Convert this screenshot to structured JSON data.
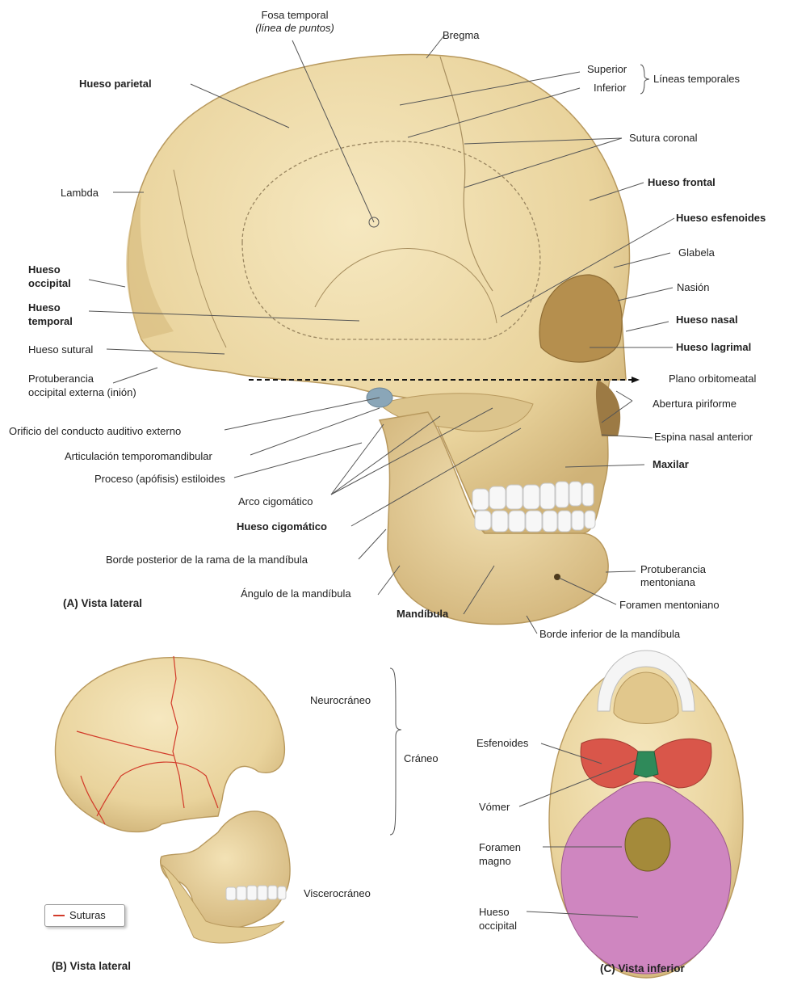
{
  "panel_a": {
    "caption": "(A) Vista lateral",
    "labels": {
      "fosa_temporal": "Fosa temporal",
      "fosa_temporal_sub": "(línea de puntos)",
      "bregma": "Bregma",
      "superior": "Superior",
      "inferior": "Inferior",
      "lineas_temporales": "Líneas temporales",
      "hueso_parietal": "Hueso parietal",
      "sutura_coronal": "Sutura coronal",
      "lambda": "Lambda",
      "hueso_frontal": "Hueso frontal",
      "hueso_esfenoides": "Hueso esfenoides",
      "glabela": "Glabela",
      "hueso_occipital_1": "Hueso",
      "hueso_occipital_2": "occipital",
      "nasion": "Nasión",
      "hueso_temporal_1": "Hueso",
      "hueso_temporal_2": "temporal",
      "hueso_nasal": "Hueso nasal",
      "hueso_sutural": "Hueso sutural",
      "hueso_lagrimal": "Hueso lagrimal",
      "protuberancia_1": "Protuberancia",
      "protuberancia_2": "occipital externa (inión)",
      "plano_orbitomeatal": "Plano orbitomeatal",
      "abertura_piriforme": "Abertura piriforme",
      "orificio": "Orificio del conducto auditivo externo",
      "espina_nasal": "Espina nasal anterior",
      "articulacion": "Articulación temporomandibular",
      "maxilar": "Maxilar",
      "proceso": "Proceso (apófisis) estiloides",
      "arco": "Arco cigomático",
      "hueso_cigomatico": "Hueso cigomático",
      "borde_posterior": "Borde posterior de la rama de la mandíbula",
      "protuberancia_mentoniana_1": "Protuberancia",
      "protuberancia_mentoniana_2": "mentoniana",
      "angulo": "Ángulo de la mandíbula",
      "foramen_mentoniano": "Foramen mentoniano",
      "mandibula": "Mandíbula",
      "borde_inferior": "Borde inferior de la mandíbula"
    }
  },
  "panel_b": {
    "caption": "(B) Vista lateral",
    "neurocraneo": "Neurocráneo",
    "craneo": "Cráneo",
    "viscerocraneo": "Viscerocráneo",
    "legend_label": "Suturas"
  },
  "panel_c": {
    "caption": "(C) Vista inferior",
    "esfenoides": "Esfenoides",
    "vomer": "Vómer",
    "foramen_1": "Foramen",
    "foramen_2": "magno",
    "occipital_1": "Hueso",
    "occipital_2": "occipital"
  },
  "colors": {
    "bone": "#ecd9a6",
    "bone_shadow": "#c9ad72",
    "suture_red": "#d23b2a",
    "sphenoid_red": "#d9564a",
    "vomer_green": "#2f8a5a",
    "occipital_pink": "#cf86c0",
    "teeth": "#f7f7f7"
  }
}
